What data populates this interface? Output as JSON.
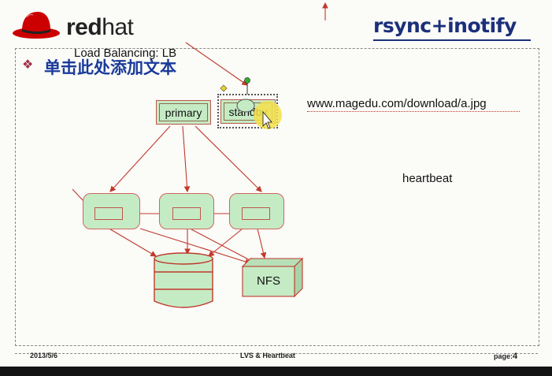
{
  "slide": {
    "logo_text_bold": "red",
    "logo_text_light": "hat",
    "title": "rsync+inotify",
    "bullet_symbol": "❖",
    "bullet_text": "单击此处添加文本",
    "lb_label": "Load Balancing: LB",
    "url_text": "www.magedu.com/download/a.jpg",
    "heartbeat_label": "heartbeat",
    "primary_label": "primary",
    "standby_label": "standby",
    "nfs_label": "NFS"
  },
  "footer": {
    "date": "2013/5/6",
    "title": "LVS & Heartbeat",
    "page_label": "page:",
    "page_number": "4"
  },
  "colors": {
    "title": "#1b2f7a",
    "bullet": "#1a3a9a",
    "box_fill": "#c5ebc5",
    "arrow": "#c0392b",
    "logo_red": "#cc0000"
  }
}
